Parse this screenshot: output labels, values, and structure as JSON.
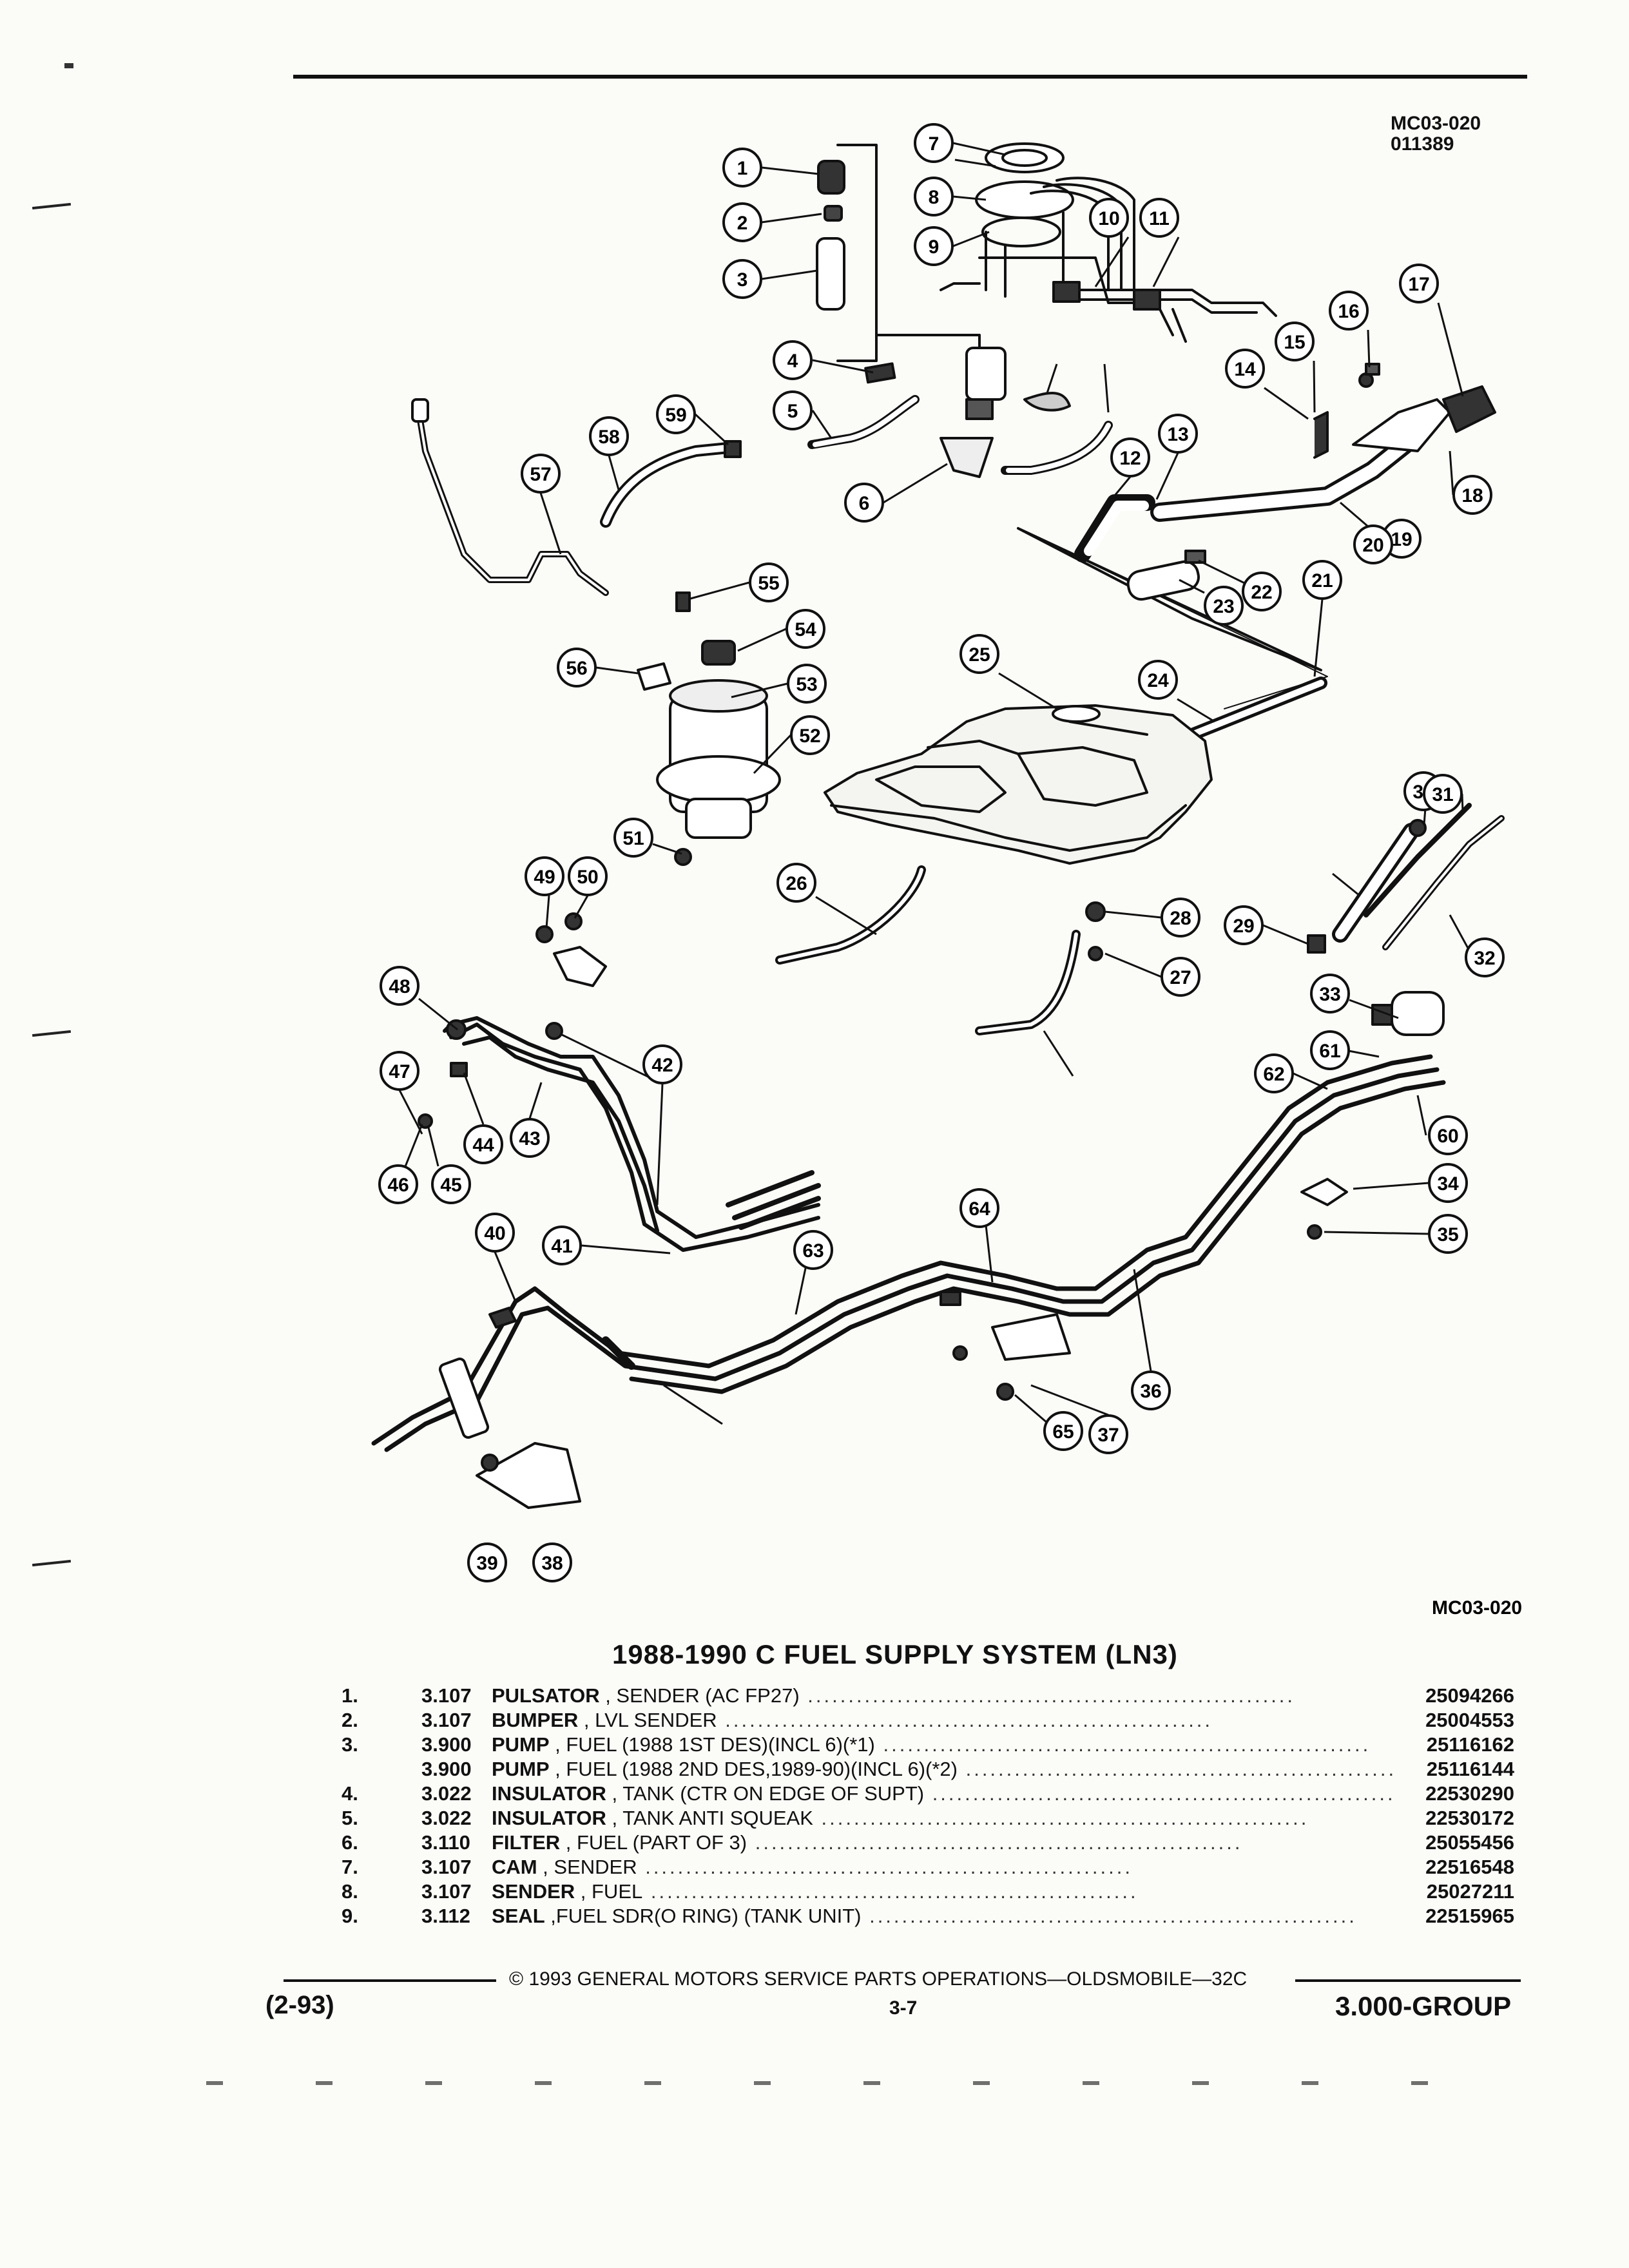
{
  "header": {
    "diagram_code": "MC03-020",
    "date_code": "011389"
  },
  "diagram": {
    "callouts": [
      "1",
      "2",
      "3",
      "4",
      "5",
      "6",
      "7",
      "8",
      "9",
      "10",
      "11",
      "12",
      "13",
      "14",
      "15",
      "16",
      "17",
      "18",
      "19",
      "20",
      "21",
      "22",
      "23",
      "24",
      "25",
      "26",
      "27",
      "28",
      "29",
      "30",
      "31",
      "32",
      "33",
      "34",
      "35",
      "36",
      "37",
      "38",
      "39",
      "40",
      "41",
      "42",
      "43",
      "44",
      "45",
      "46",
      "47",
      "48",
      "49",
      "50",
      "51",
      "52",
      "53",
      "54",
      "55",
      "56",
      "57",
      "58",
      "59",
      "60",
      "61",
      "62",
      "63",
      "64",
      "65"
    ],
    "figure_code": "MC03-020"
  },
  "parts_list": {
    "title": "1988-1990 C FUEL SUPPLY SYSTEM (LN3)",
    "rows": [
      {
        "index": "1.",
        "group": "3.107",
        "name": "PULSATOR",
        "detail": " , SENDER (AC FP27)",
        "part_number": "25094266"
      },
      {
        "index": "2.",
        "group": "3.107",
        "name": "BUMPER",
        "detail": " , LVL SENDER",
        "part_number": "25004553"
      },
      {
        "index": "3.",
        "group": "3.900",
        "name": "PUMP",
        "detail": " , FUEL (1988 1ST DES)(INCL 6)(*1)",
        "part_number": "25116162"
      },
      {
        "index": "",
        "group": "3.900",
        "name": "PUMP",
        "detail": " , FUEL (1988 2ND DES,1989-90)(INCL 6)(*2)",
        "part_number": "25116144"
      },
      {
        "index": "4.",
        "group": "3.022",
        "name": "INSULATOR",
        "detail": " , TANK (CTR ON EDGE OF SUPT)",
        "part_number": "22530290"
      },
      {
        "index": "5.",
        "group": "3.022",
        "name": "INSULATOR",
        "detail": " , TANK ANTI SQUEAK",
        "part_number": "22530172"
      },
      {
        "index": "6.",
        "group": "3.110",
        "name": "FILTER",
        "detail": " , FUEL (PART OF 3)",
        "part_number": "25055456"
      },
      {
        "index": "7.",
        "group": "3.107",
        "name": "CAM",
        "detail": " , SENDER",
        "part_number": "22516548"
      },
      {
        "index": "8.",
        "group": "3.107",
        "name": "SENDER",
        "detail": " , FUEL",
        "part_number": "25027211"
      },
      {
        "index": "9.",
        "group": "3.112",
        "name": "SEAL",
        "detail": " ,FUEL SDR(O RING) (TANK UNIT)",
        "part_number": "22515965"
      }
    ]
  },
  "footer": {
    "copyright": "© 1993 GENERAL MOTORS SERVICE PARTS OPERATIONS—OLDSMOBILE—32C",
    "revision": "(2-93)",
    "page": "3-7",
    "group": "3.000-GROUP"
  }
}
